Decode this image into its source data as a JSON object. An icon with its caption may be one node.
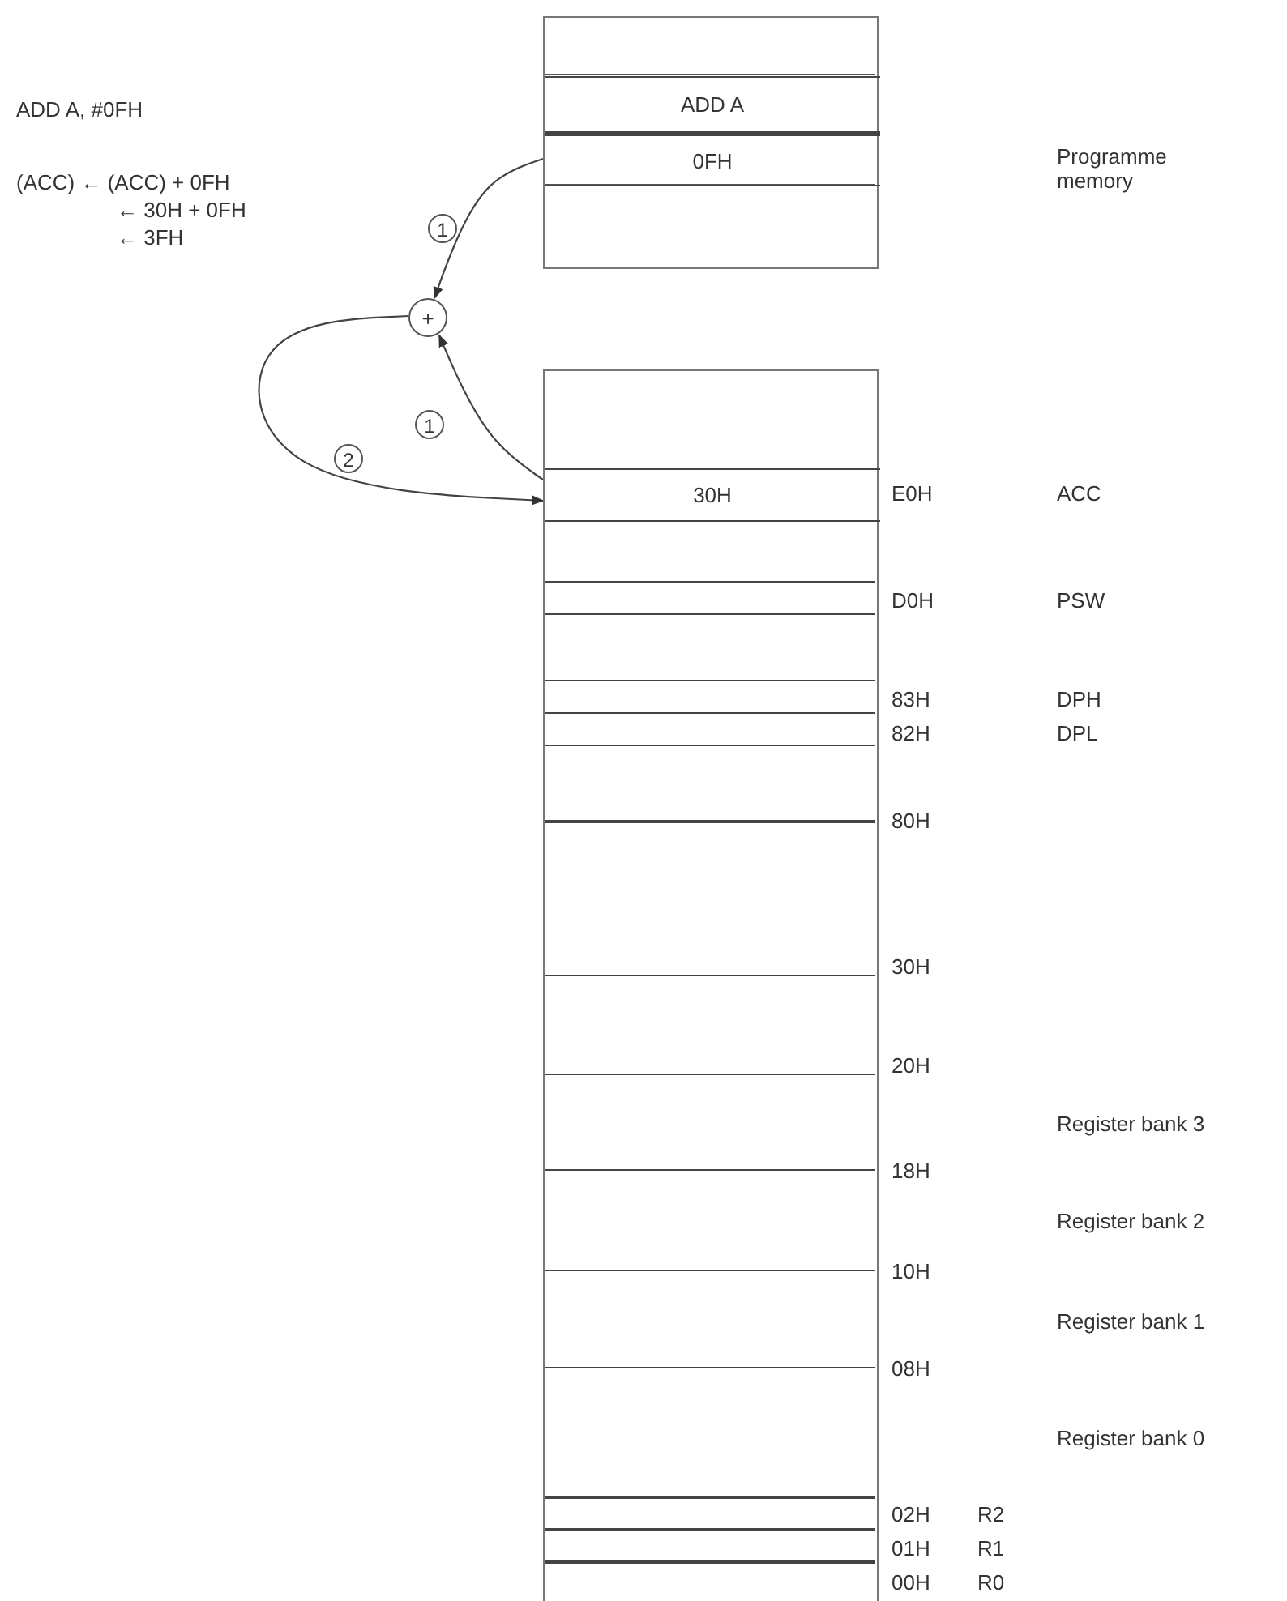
{
  "diagram": {
    "nodes": [
      {
        "text": [],
        "shape": "box"
      },
      {
        "text": [
          "ADD A"
        ],
        "in": 0
      },
      {
        "text": [
          "0FH"
        ],
        "in": 0
      },
      {
        "text": [
          "+"
        ]
      },
      {
        "text": [],
        "shape": "box"
      },
      {
        "text": [
          "30H"
        ],
        "in": 4,
        "beside": [
          "E0H"
        ]
      }
    ],
    "edges": [
      {
        "from": 2,
        "to": 3,
        "arrow": "to",
        "label": "1"
      },
      {
        "from": 5,
        "to": 3,
        "arrow": "to",
        "label": "1"
      },
      {
        "from": 3,
        "to": 5,
        "arrow": "to",
        "label": "2"
      }
    ],
    "labels": [
      "ADD A, #0FH",
      "(ACC) ← (ACC) + 0FH",
      "← 30H + 0FH",
      "← 3FH",
      "Programme memory",
      "ACC",
      "D0H",
      "PSW",
      "83H",
      "DPH",
      "82H",
      "DPL",
      "80H",
      "30H",
      "20H",
      "Register bank 3",
      "18H",
      "Register bank 2",
      "10H",
      "Register bank 1",
      "08H",
      "Register bank 0",
      "02H",
      "R2",
      "01H",
      "R1",
      "00H",
      "R0"
    ]
  }
}
